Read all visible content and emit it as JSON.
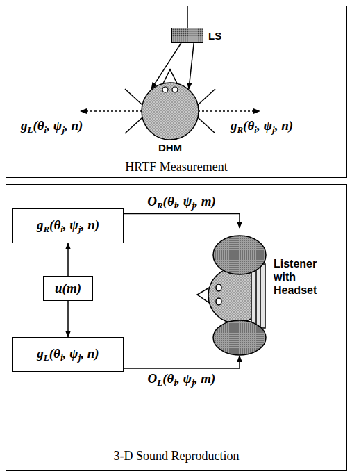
{
  "diagram": {
    "nodes": [
      {
        "text": [
          "HRTF Measurement"
        ]
      },
      {
        "text": [
          "LS"
        ],
        "in": 0
      },
      {
        "text": [
          "DHM"
        ],
        "in": 0
      },
      {
        "text": [
          "3-D Sound Reproduction"
        ]
      },
      {
        "text": [
          "gR(θi, ψj, n)"
        ],
        "in": 3
      },
      {
        "text": [
          "u(m)"
        ],
        "in": 3
      },
      {
        "text": [
          "gL(θi, ψj, n)"
        ],
        "in": 3
      },
      {
        "text": [
          "Listener with Headset"
        ],
        "in": 3
      }
    ],
    "edges": [
      {
        "from": 1,
        "to": 2,
        "arrow": "to"
      },
      {
        "from": 1,
        "to": 2,
        "arrow": "to"
      },
      {
        "from": 5,
        "to": 4,
        "arrow": "to"
      },
      {
        "from": 5,
        "to": 6,
        "arrow": "to"
      },
      {
        "from": 4,
        "to": 7,
        "label": "OR(θi, ψj, m)",
        "arrow": "to"
      },
      {
        "from": 6,
        "to": 7,
        "label": "OL(θi, ψj, m)",
        "arrow": "to"
      }
    ],
    "labels": [
      "gL(θi, ψj, n)",
      "gR(θi, ψj, n)"
    ]
  }
}
